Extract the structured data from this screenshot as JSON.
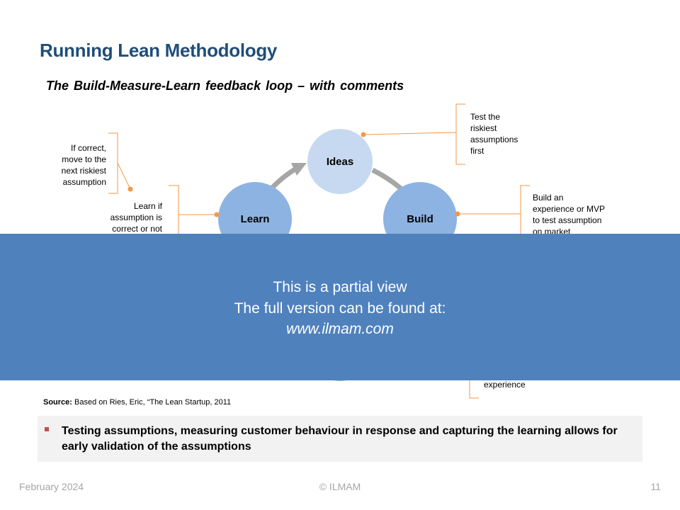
{
  "slide": {
    "title": "Running Lean Methodology",
    "subtitle": "The Build-Measure-Learn feedback loop – with comments"
  },
  "diagram": {
    "nodes": {
      "ideas": "Ideas",
      "learn": "Learn",
      "build": "Build"
    },
    "comments": {
      "top_right": [
        "Test the",
        "riskiest",
        "assumptions",
        "first"
      ],
      "top_left": [
        "If correct,",
        "move to the",
        "next riskiest",
        "assumption"
      ],
      "mid_left": [
        "Learn if",
        "assumption is",
        "correct or not"
      ],
      "mid_right": [
        "Build an",
        "experience or MVP",
        "to test assumption",
        "on market"
      ],
      "bottom_right": [
        "experience"
      ]
    },
    "colors": {
      "ideas_fill": "#c6d9f1",
      "node_fill": "#8db3e2",
      "arrow": "#a6a6a6",
      "accent": "#f79646"
    }
  },
  "overlay": {
    "line1": "This is a partial view",
    "line2": "The full version can be found at:",
    "line3": "www.ilmam.com",
    "color": "#4f81bd"
  },
  "source": {
    "label": "Source:",
    "text": " Based on Ries, Eric, “The Lean Startup, 2011"
  },
  "callout": {
    "text": "Testing assumptions, measuring customer behaviour in response and capturing the learning allows for early validation of the assumptions"
  },
  "footer": {
    "date": "February 2024",
    "copyright": "© ILMAM",
    "page": "11"
  }
}
